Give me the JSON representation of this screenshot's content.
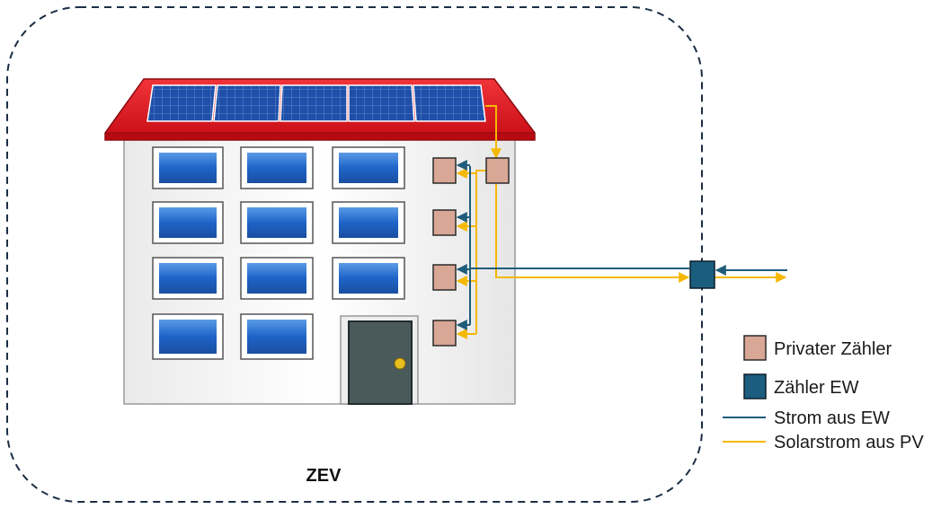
{
  "zone": {
    "label": "ZEV"
  },
  "colors": {
    "ew_line": "#1f5c7a",
    "pv_line": "#f5b800",
    "private_meter": "#d9a795",
    "ew_meter": "#1b5d7e",
    "roof": "#e0141c",
    "panel": "#1f4fa8",
    "window": "#1e64c8",
    "door": "#4a5a5a"
  },
  "legend": {
    "private_meter": "Privater Zähler",
    "ew_meter": "Zähler EW",
    "ew_line": "Strom aus EW",
    "pv_line": "Solarstrom aus PV"
  }
}
